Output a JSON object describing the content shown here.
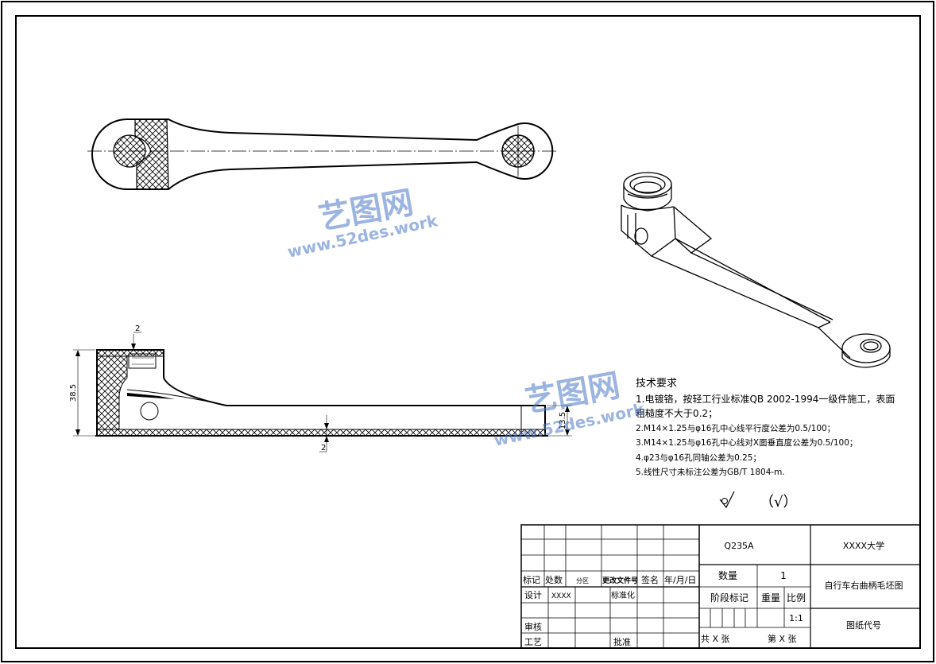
{
  "watermark": {
    "brand": "艺图网",
    "url": "www.52des.work"
  },
  "dimensions": {
    "height_total": "38.5",
    "height_arm": "13.5",
    "wall_top": "2",
    "wall_bottom": "2"
  },
  "tech_requirements": {
    "title": "技术要求",
    "items": [
      "1.电镀铬，按轻工行业标准QB 2002-1994一级件施工，表面粗糙度不大于0.2；",
      "2.M14×1.25与φ16孔中心线平行度公差为0.5/100；",
      "3.M14×1.25与φ16孔中心线对X面垂直度公差为0.5/100；",
      "4.φ23与φ16孔同轴公差为0.25；",
      "5.线性尺寸未标注公差为GB/T 1804-m."
    ],
    "line1a": "1.电镀铬，按轻工行业标准QB 2002-1994一级件施工，表面",
    "line1b": "粗糙度不大于0.2；",
    "line2": "2.M14×1.25与φ16孔中心线平行度公差为0.5/100；",
    "line3": "3.M14×1.25与φ16孔中心线对X面垂直度公差为0.5/100；",
    "line4": "4.φ23与φ16孔同轴公差为0.25；",
    "line5": "5.线性尺寸未标注公差为GB/T 1804-m."
  },
  "roughness": {
    "symbol": "√",
    "bracket": "（√）"
  },
  "title_block": {
    "material": "Q235A",
    "school": "XXXX大学",
    "part_name": "自行车右曲柄毛坯图",
    "drawing_code": "图纸代号",
    "quantity_label": "数量",
    "quantity_value": "1",
    "stage_mark": "阶段标记",
    "weight": "重量",
    "scale_label": "比例",
    "scale_value": "1:1",
    "total_sheets": "共  X  张",
    "sheet_no": "第  X  张",
    "mark": "标记",
    "count": "处数",
    "zone": "分区",
    "change_doc": "更改文件号",
    "signature": "签名",
    "date": "年/月/日",
    "design": "设计",
    "designer": "XXXX",
    "standardize": "标准化",
    "review": "审核",
    "process": "工艺",
    "approve": "批准"
  }
}
